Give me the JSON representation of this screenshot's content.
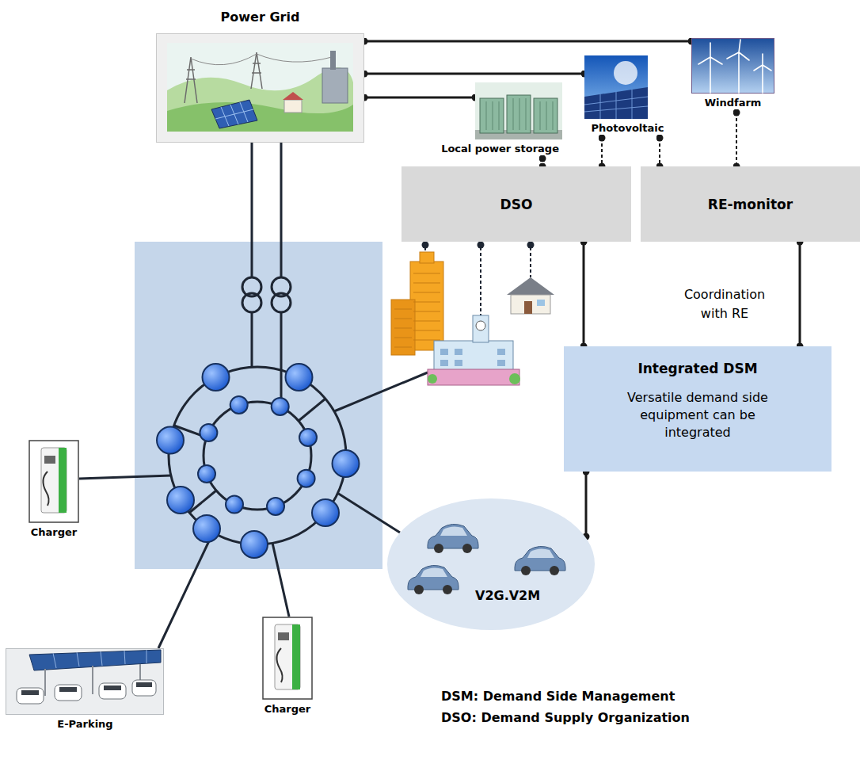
{
  "diagram": {
    "nodes": [
      {
        "text": [
          "Power Grid"
        ]
      },
      {
        "text": [
          "Windfarm"
        ]
      },
      {
        "text": [
          "Photovoltaic"
        ]
      },
      {
        "text": [
          "Local power storage"
        ]
      },
      {
        "text": [
          "DSO"
        ]
      },
      {
        "text": [
          "RE-monitor"
        ]
      },
      {
        "text": [
          "Integrated DSM",
          "Versatile demand side equipment can be integrated"
        ]
      },
      {
        "text": [
          "Charger"
        ]
      },
      {
        "text": [
          "V2G.V2M"
        ]
      },
      {
        "text": [
          "E-Parking"
        ]
      },
      {
        "text": [
          "Charger"
        ]
      }
    ],
    "edges": [
      {
        "from": 0,
        "to": 1,
        "arrow": "none"
      },
      {
        "from": 0,
        "to": 2,
        "arrow": "none"
      },
      {
        "from": 0,
        "to": 3,
        "arrow": "none"
      },
      {
        "from": 3,
        "to": 4,
        "arrow": "none"
      },
      {
        "from": 2,
        "to": 4,
        "arrow": "none"
      },
      {
        "from": 2,
        "to": 5,
        "arrow": "none"
      },
      {
        "from": 1,
        "to": 5,
        "arrow": "none"
      },
      {
        "from": 4,
        "to": 6,
        "arrow": "none"
      },
      {
        "from": 5,
        "to": 6,
        "label": "Coordination with RE",
        "arrow": "none"
      },
      {
        "from": 6,
        "to": 8,
        "arrow": "none"
      }
    ],
    "labels": [
      "DSM: Demand Side Management",
      "DSO: Demand Supply Organization"
    ]
  }
}
